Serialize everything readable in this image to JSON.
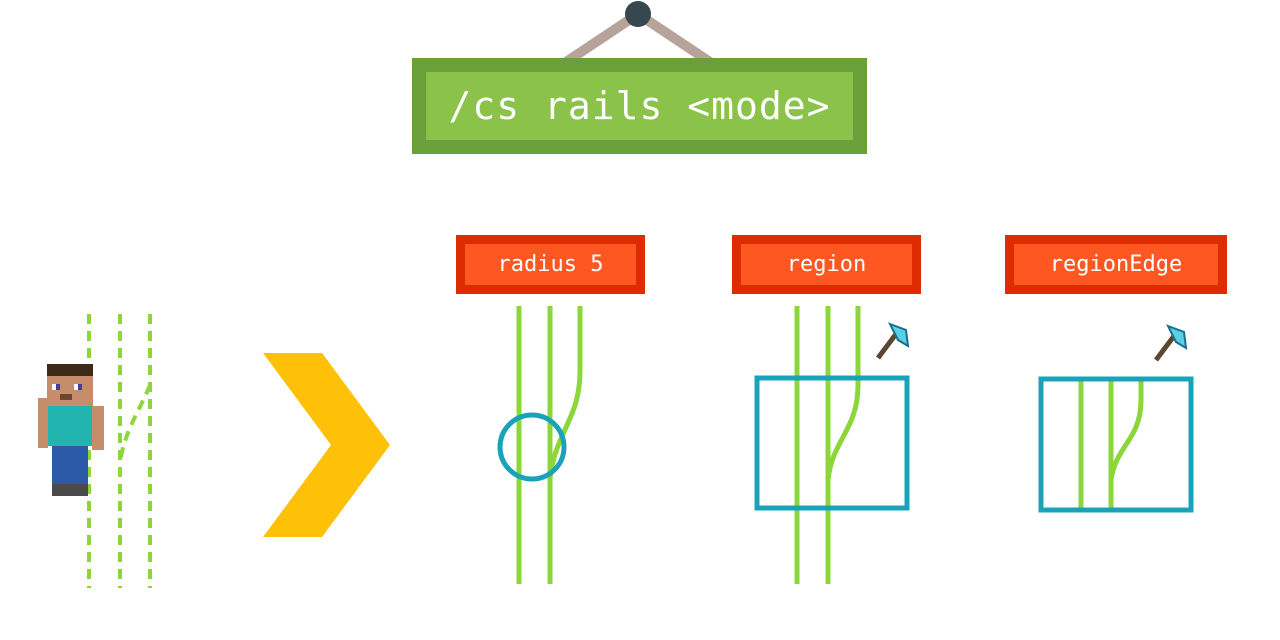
{
  "command": "/cs rails <mode>",
  "modes": [
    {
      "label": "radius 5"
    },
    {
      "label": "region"
    },
    {
      "label": "regionEdge"
    }
  ],
  "colors": {
    "sign_border": "#6aa03a",
    "sign_fill": "#8bc34a",
    "tag_border": "#dd2c00",
    "tag_fill": "#ff5722",
    "rail": "#8bd63a",
    "selection": "#1aa3b8",
    "arrow": "#ffc107",
    "chain": "#b8a39a",
    "nail": "#37474f"
  },
  "icons": [
    "player-icon",
    "arrow-right-icon",
    "axe-icon"
  ]
}
